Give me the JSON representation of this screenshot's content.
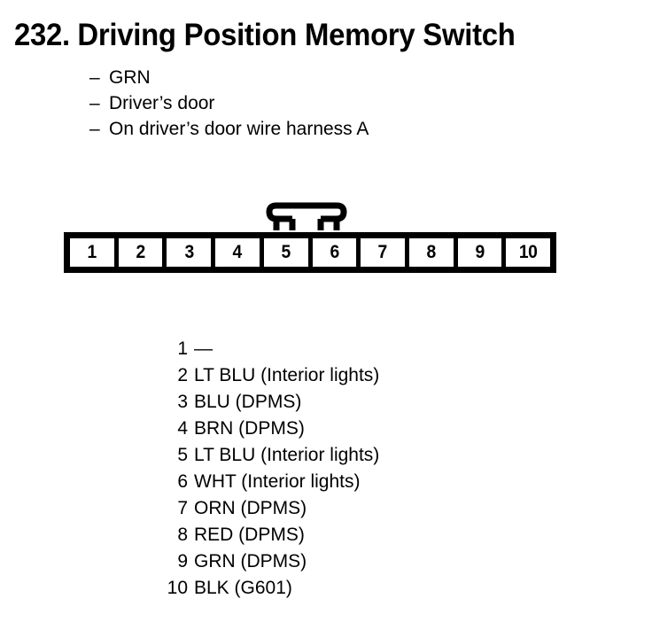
{
  "page": {
    "number": "232.",
    "title": "Driving Position Memory Switch"
  },
  "notes": [
    {
      "dash": "–",
      "text": "GRN"
    },
    {
      "dash": "–",
      "text": "Driver’s door"
    },
    {
      "dash": "–",
      "text": "On driver’s door wire harness A"
    }
  ],
  "connector": {
    "latch_icon": "connector-latch-tab-icon",
    "pins": [
      "1",
      "2",
      "3",
      "4",
      "5",
      "6",
      "7",
      "8",
      "9",
      "10"
    ]
  },
  "legend": [
    {
      "pin": "1",
      "desc": "—"
    },
    {
      "pin": "2",
      "desc": "LT BLU (Interior lights)"
    },
    {
      "pin": "3",
      "desc": "BLU (DPMS)"
    },
    {
      "pin": "4",
      "desc": "BRN (DPMS)"
    },
    {
      "pin": "5",
      "desc": "LT BLU (Interior lights)"
    },
    {
      "pin": "6",
      "desc": "WHT (Interior lights)"
    },
    {
      "pin": "7",
      "desc": "ORN (DPMS)"
    },
    {
      "pin": "8",
      "desc": "RED (DPMS)"
    },
    {
      "pin": "9",
      "desc": "GRN (DPMS)"
    },
    {
      "pin": "10",
      "desc": "BLK (G601)"
    }
  ],
  "colors": {
    "ink": "#000000",
    "paper": "#ffffff"
  }
}
